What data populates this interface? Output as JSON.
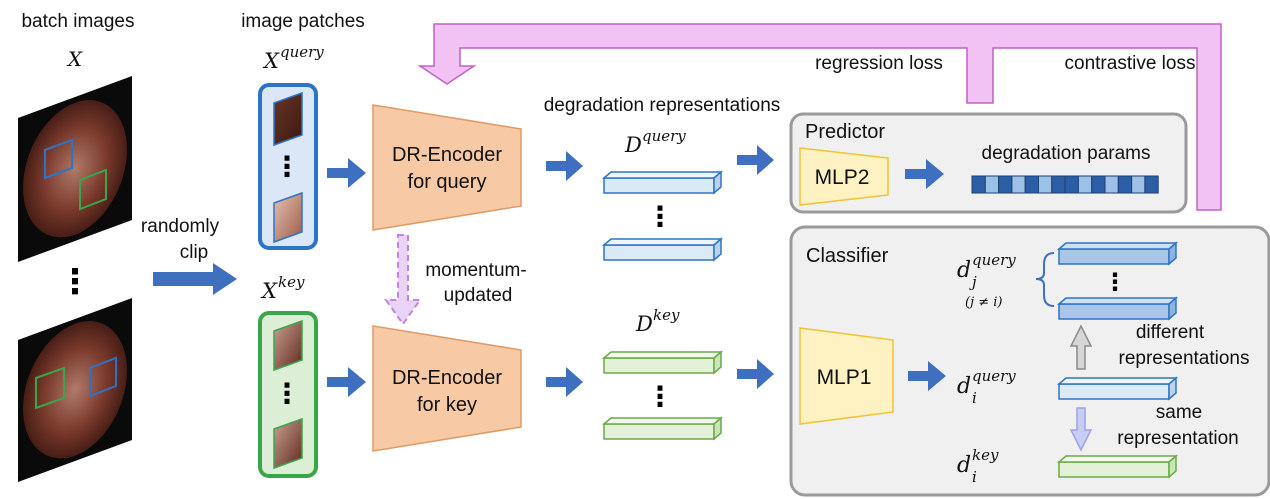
{
  "colors": {
    "arrow_blue": "#3f6fbf",
    "pink_arrow": "#f0b8f2",
    "pink_stroke": "#c060c8",
    "encoder_fill": "#f8c9a5",
    "mlp_fill": "#fff2c2",
    "query_blue": "#2e74c6",
    "key_green": "#3aa64a",
    "panel_fill": "#f0f0f0",
    "panel_stroke": "#9a9a9a",
    "momentum_purple": "#c085e0"
  },
  "labels": {
    "batch_images": "batch images",
    "batch_symbol": "X",
    "image_patches": "image patches",
    "x_base": "X",
    "query_sup": "query",
    "key_sup": "key",
    "randomly": "randomly",
    "clip": "clip",
    "momentum": "momentum-",
    "updated": "updated",
    "encoder_query_line1": "DR-Encoder",
    "encoder_query_line2": "for query",
    "encoder_key_line1": "DR-Encoder",
    "encoder_key_line2": "for key",
    "degradation_representations": "degradation representations",
    "d_base": "D",
    "regression_loss": "regression loss",
    "contrastive_loss": "contrastive loss",
    "predictor": "Predictor",
    "mlp2": "MLP2",
    "degradation_params": "degradation params",
    "classifier": "Classifier",
    "mlp1": "MLP1",
    "d_small": "d",
    "sub_j": "j",
    "sub_i": "i",
    "j_neq_i": "(j ≠ i)",
    "different": "different",
    "different_representations": "representations",
    "same": "same",
    "same_representation": "representation",
    "dots": "⋮"
  }
}
